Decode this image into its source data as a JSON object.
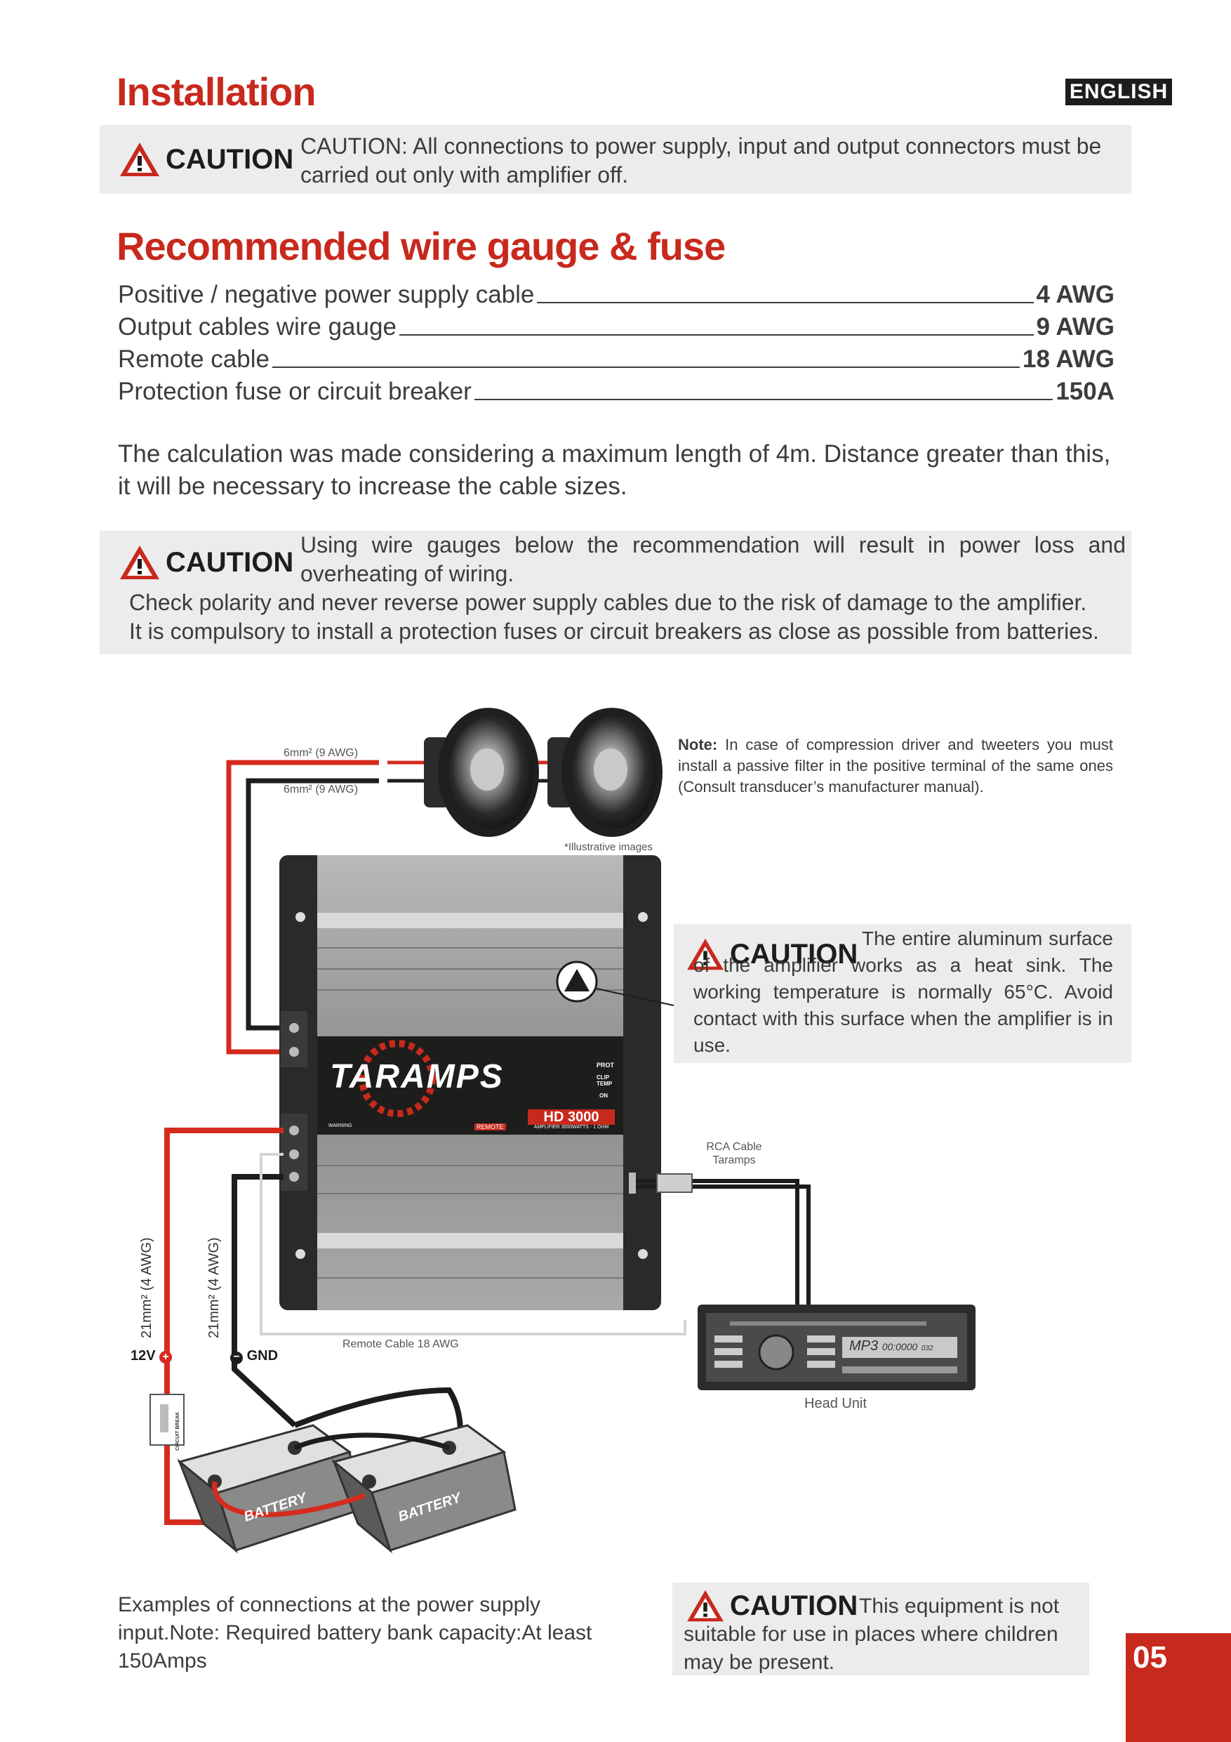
{
  "header": {
    "title": "Installation",
    "language": "ENGLISH"
  },
  "caution_label": "CAUTION",
  "caution1": {
    "text": "CAUTION: All connections to power supply, input and output connectors must be carried out only with amplifier off."
  },
  "section2": {
    "title": "Recommended wire gauge & fuse"
  },
  "wire_table": [
    {
      "label": "Positive / negative power supply cable",
      "value": "4  AWG"
    },
    {
      "label": "Output cables wire gauge",
      "value": "9 AWG"
    },
    {
      "label": "Remote cable",
      "value": "18 AWG"
    },
    {
      "label": "Protection fuse or circuit breaker",
      "value": "150A"
    }
  ],
  "calc_note": "The calculation was made considering a maximum length of 4m. Distance greater than this, it will be necessary to increase the cable sizes.",
  "caution2": {
    "line1": "Using wire gauges below the recommendation will result in power loss and overheating of wiring.",
    "line2": "Check polarity and never reverse power supply cables due to the risk of damage to the amplifier.",
    "line3": "It is compulsory to install a protection fuses or circuit breakers as close as possible from batteries."
  },
  "diagram": {
    "speaker_wire_pos": "6mm² (9 AWG)",
    "speaker_wire_neg": "6mm² (9 AWG)",
    "illustrative": "*Illustrative images",
    "note_bold": "Note:",
    "note_text": "In case of compression driver and tweeters you must install a passive filter in the positive terminal of the same ones (Consult transducer’s manufacturer manual).",
    "heat_caution": "The entire aluminum surface of the amplifier works as a heat sink. The working temperature is normally 65°C. Avoid contact with this surface when the amplifier is in use.",
    "brand": "TARAMPS",
    "model": "HD 3000",
    "model_sub": "AMPLIFIER 3000WATTS - 1 OHM",
    "led_prot": "PROT",
    "led_clip": "CLIP TEMP",
    "led_on": "ON",
    "remote_label": "REMOTE",
    "warning_label": "WARNING",
    "rca_label_1": "RCA Cable",
    "rca_label_2": "Taramps",
    "head_unit_label": "Head Unit",
    "head_unit_display_mp3": "MP3",
    "head_unit_display_num": "00:0000",
    "head_unit_display_small": "032",
    "power_wire_pos": "21mm² (4 AWG)",
    "power_wire_neg": "21mm² (4 AWG)",
    "terminal_12v": "12V",
    "terminal_gnd": "GND",
    "remote_cable": "Remote Cable 18 AWG",
    "circuit_breaker": "CIRCUIT BREAK",
    "battery_label": "BATTERY"
  },
  "footer": {
    "left_text": "Examples of connections at the power supply input.Note: Required battery bank capacity:At least 150Amps",
    "caution_text": "This equipment is not suitable for use in places where children may be present.",
    "page_number": "05"
  },
  "colors": {
    "accent": "#c8291d",
    "box_bg": "#ececec",
    "text": "#3c3c3c"
  }
}
